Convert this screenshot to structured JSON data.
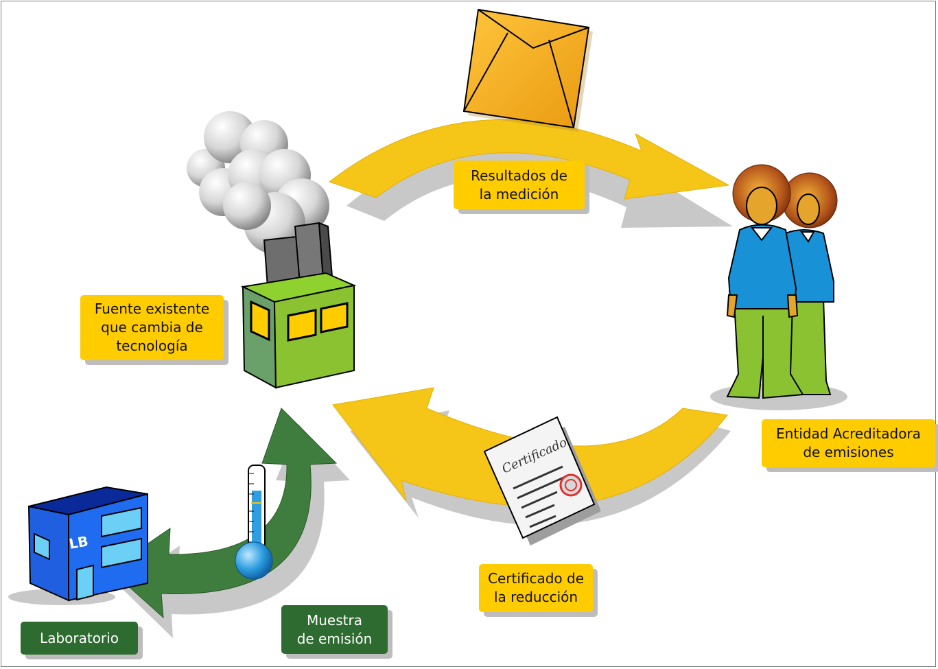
{
  "labels": {
    "measurement_results": "Resultados de\nla medición",
    "source": "Fuente existente\nque cambia de\ntecnología",
    "entity": "Entidad Acreditadora\nde emisiones",
    "certificate_reduction": "Certificado de\nla reducción",
    "sample": "Muestra\nde emisión",
    "laboratory": "Laboratorio"
  },
  "icons": {
    "envelope": "envelope-icon",
    "factory": "factory-icon",
    "people": "people-icon",
    "certificate": "certificate-icon",
    "thermometer": "thermometer-icon",
    "lab_building": "lab-building-icon"
  },
  "certificate_text": "Certificado",
  "lab_sign": "LB",
  "colors": {
    "yellow_arrow": "#f5c518",
    "yellow_label": "#ffcc00",
    "green_arrow": "#3f7d3f",
    "green_label": "#2e6b30",
    "shadow": "#c8c8c8"
  }
}
